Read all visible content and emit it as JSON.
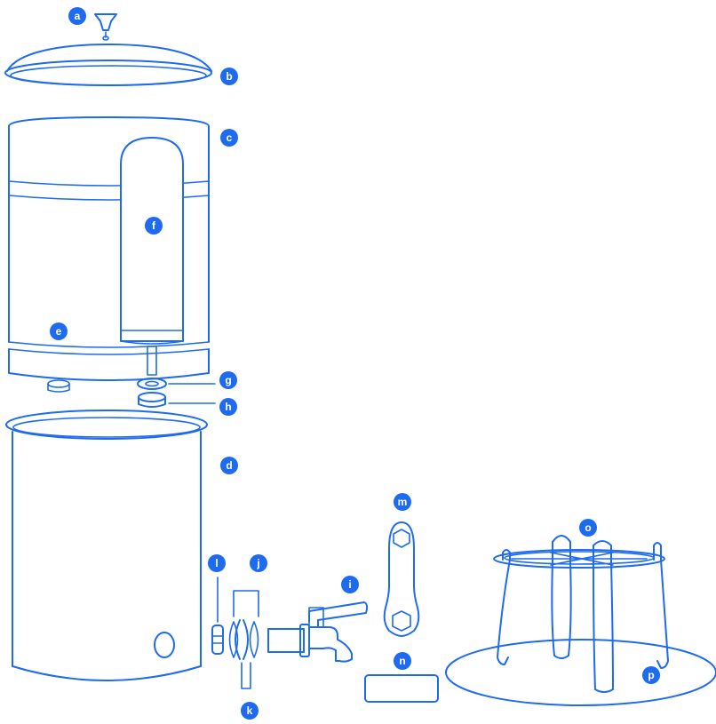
{
  "accent_color": "#1E6BF0",
  "labels": {
    "a": "a",
    "b": "b",
    "c": "c",
    "d": "d",
    "e": "e",
    "f": "f",
    "g": "g",
    "h": "h",
    "i": "i",
    "j": "j",
    "k": "k",
    "l": "l",
    "m": "m",
    "n": "n",
    "o": "o",
    "p": "p"
  }
}
